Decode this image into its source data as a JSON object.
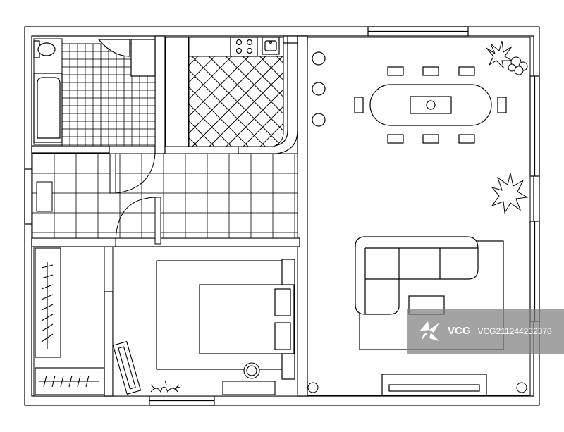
{
  "watermark": {
    "brand": "VCG",
    "id_text": "VCG211244232378",
    "opacity_percent": 72
  },
  "colors": {
    "line": "#000000",
    "background": "#ffffff",
    "watermark_bg": "#808080",
    "watermark_text": "#ffffff"
  },
  "rooms": [
    "bathroom",
    "kitchen",
    "hallway",
    "bedroom",
    "living-dining"
  ],
  "icons": [
    "bathtub-icon",
    "toilet-icon",
    "sink-icon",
    "stove-icon",
    "bed-icon",
    "sofa-icon",
    "dining-table-icon",
    "plant-icon",
    "wardrobe-icon",
    "desk-icon"
  ]
}
